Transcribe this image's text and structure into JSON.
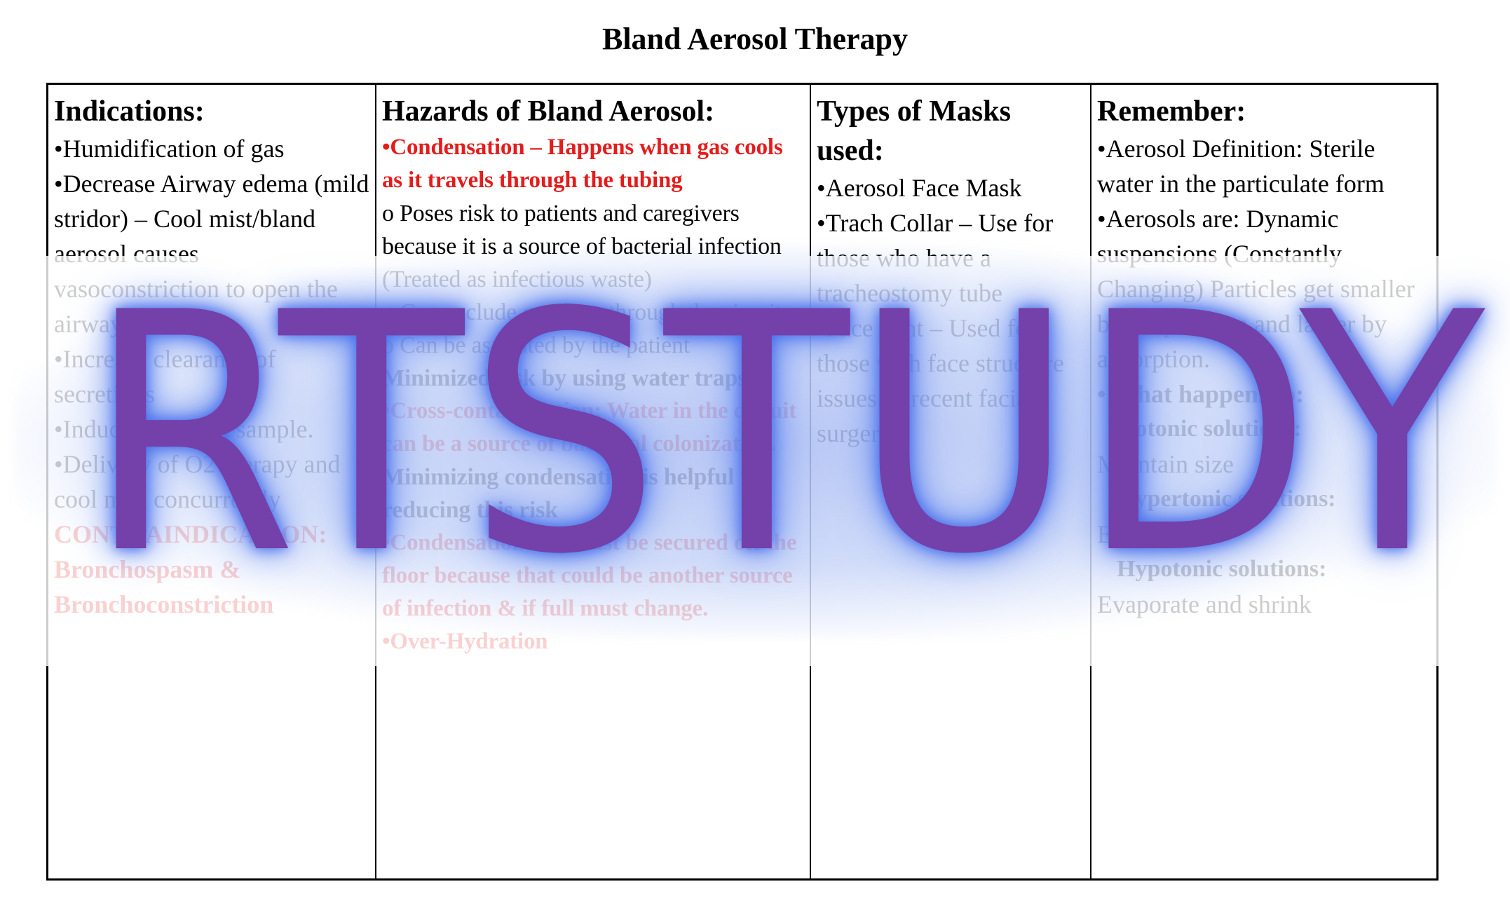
{
  "title": "Bland Aerosol Therapy",
  "columns": {
    "indications": {
      "heading": "Indications:",
      "items": [
        "•Humidification of gas",
        "•Decrease Airway edema (mild stridor) – Cool mist/bland aerosol causes vasoconstriction to open the airway",
        "•Increase clearance of secretions",
        "•Induce a sputum sample.",
        "•Delivery of O2 therapy and cool mist concurrently"
      ],
      "contraindication_label": "CONTRAINDICATION:",
      "contraindication_text": "Bronchospasm & Bronchoconstriction"
    },
    "hazards": {
      "heading": "Hazards of Bland Aerosol:",
      "condensation": "•Condensation – Happens when gas cools as it travels through the tubing",
      "sub_items": [
        "o Poses risk to patients and caregivers because it is a source of bacterial infection (Treated as infectious waste)",
        "o Can occlude gas flow through the circuit",
        "o Can be aspirated by the patient"
      ],
      "minimized": "Minimized risk by using water traps",
      "cross_contamination": "•Cross-contamination: Water in the circuit can be a source of bacterial colonization.",
      "minimizing": "Minimizing condensation is helpful in reducing this risk",
      "condensation_bag": "•Condensation bag must be secured off the floor because that could be another source of infection & if full must change.",
      "over_hydration": "•Over-Hydration"
    },
    "masks": {
      "heading": "Types of Masks used:",
      "items": [
        "•Aerosol Face Mask",
        "•Trach Collar – Use for those who have a tracheostomy tube",
        "•Face Tent – Used for those with face structure issues or recent facial surgery"
      ]
    },
    "remember": {
      "heading": "Remember:",
      "items": [
        "•Aerosol Definition: Sterile water in the particulate form",
        "•Aerosols are: Dynamic suspensions (Constantly Changing) Particles get smaller by evaporation and larger by absorption."
      ],
      "what_happens": "• What happens to:",
      "symbol": "",
      "solutions": [
        {
          "label": "Isotonic solutions:",
          "effect": "Maintain size"
        },
        {
          "label": "Hypertonic solutions:",
          "effect": "Enlarge"
        },
        {
          "label": "Hypotonic solutions:",
          "effect": "Evaporate and shrink"
        }
      ]
    }
  },
  "watermark": {
    "text": "RTSTUDY",
    "color": "#7440a9",
    "glow_color": "#4a6fe8"
  }
}
